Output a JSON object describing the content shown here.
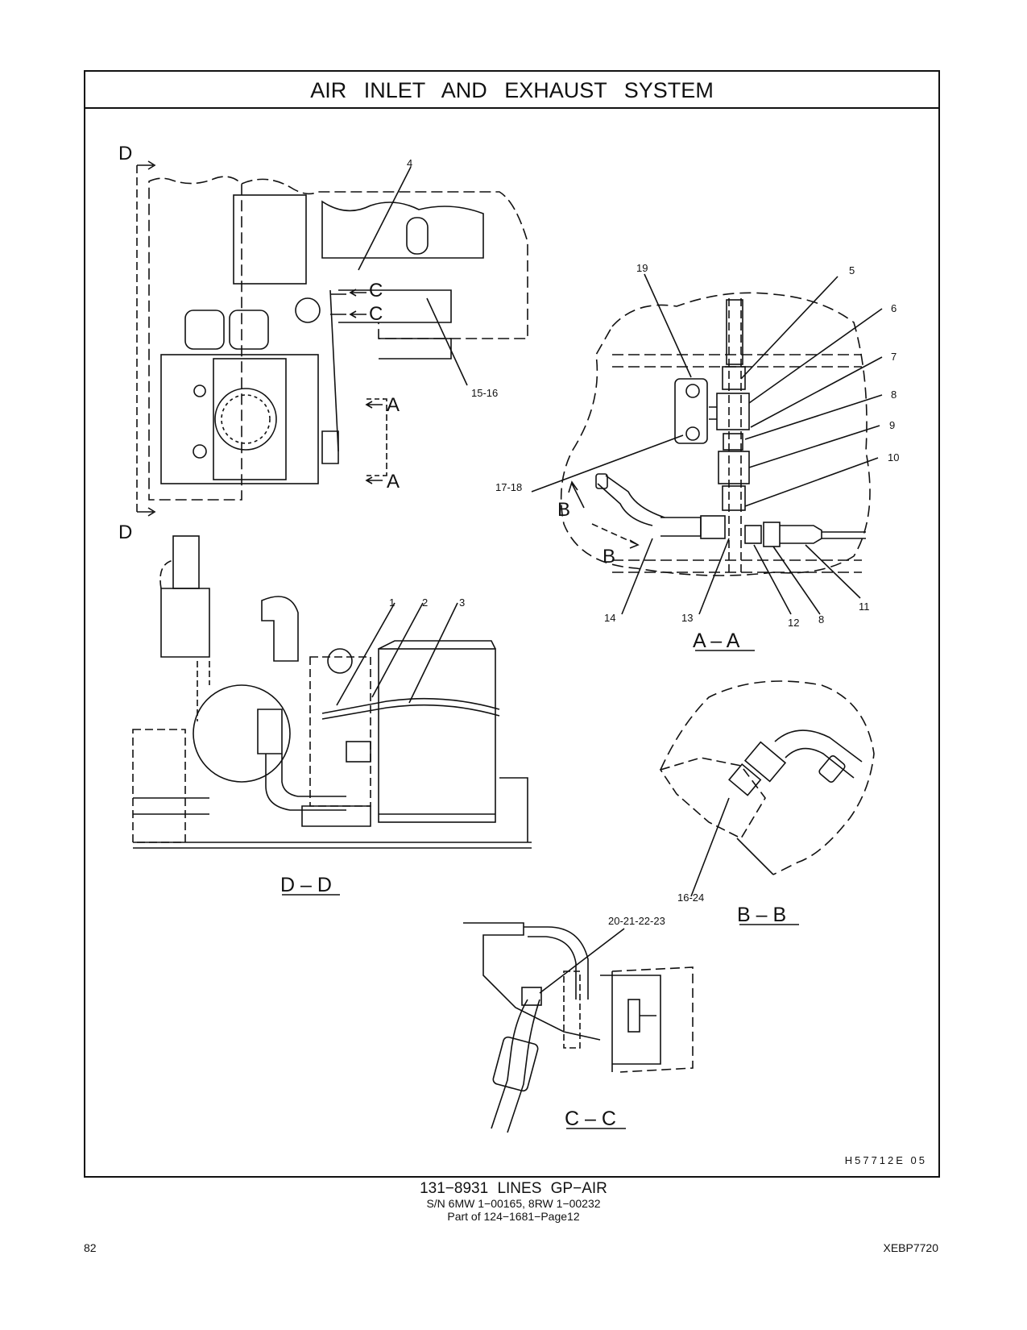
{
  "title": "AIR   INLET   AND   EXHAUST   SYSTEM",
  "views": {
    "aa": "A – A",
    "bb": "B – B",
    "cc": "C – C",
    "dd": "D – D"
  },
  "section_markers": {
    "d": "D",
    "a": "A",
    "b": "B",
    "c": "C"
  },
  "callouts": {
    "c1": "1",
    "c2": "2",
    "c3": "3",
    "c4": "4",
    "c5": "5",
    "c6": "6",
    "c7": "7",
    "c8": "8",
    "c8b": "8",
    "c9": "9",
    "c10": "10",
    "c11": "11",
    "c12": "12",
    "c13": "13",
    "c14": "14",
    "c15_16": "15-16",
    "c16_24": "16-24",
    "c17_18": "17-18",
    "c19": "19",
    "c20_23": "20-21-22-23"
  },
  "drawing_code": "H57712E   05",
  "footer": {
    "part": "131−8931   LINES  GP−AIR",
    "serial": "S/N 6MW 1−00165, 8RW 1−00232",
    "part_of": "Part of 124−1681−Page12"
  },
  "page_number": "82",
  "doc_id": "XEBP7720"
}
